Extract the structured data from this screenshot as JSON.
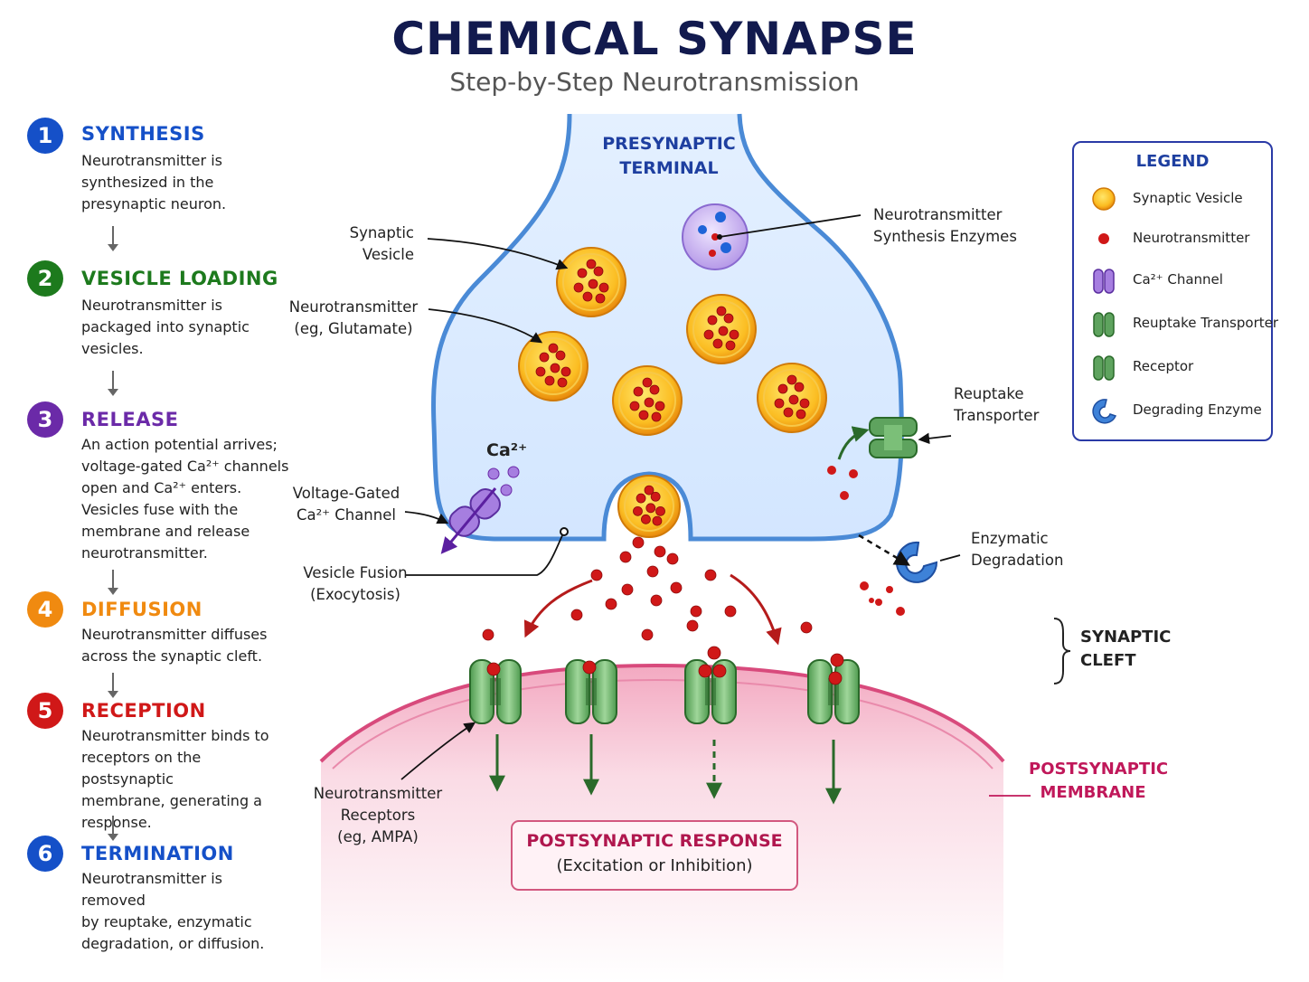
{
  "title": "CHEMICAL SYNAPSE",
  "subtitle": "Step-by-Step Neurotransmission",
  "colors": {
    "navy": "#121a4e",
    "blue": "#1550c8",
    "green": "#1d7a1d",
    "purple": "#6b2aa8",
    "orange": "#f08a10",
    "red": "#d01818",
    "magenta": "#c0185a",
    "presynaptic_fill": "#dcebff",
    "presynaptic_stroke": "#4a8ad6",
    "postsynaptic_fill": "#f7cfdc",
    "neurotransmitter": "#d01818"
  },
  "steps": [
    {
      "num": "1",
      "title": "SYNTHESIS",
      "desc": [
        "Neurotransmitter is",
        "synthesized in the",
        "presynaptic neuron."
      ]
    },
    {
      "num": "2",
      "title": "VESICLE LOADING",
      "desc": [
        "Neurotransmitter is",
        "packaged into synaptic",
        "vesicles."
      ]
    },
    {
      "num": "3",
      "title": "RELEASE",
      "desc": [
        "An action potential arrives;",
        "voltage-gated Ca²⁺ channels",
        "open and Ca²⁺ enters.",
        "Vesicles fuse with the",
        "membrane and release",
        "neurotransmitter."
      ]
    },
    {
      "num": "4",
      "title": "DIFFUSION",
      "desc": [
        "Neurotransmitter diffuses",
        "across the synaptic cleft."
      ]
    },
    {
      "num": "5",
      "title": "RECEPTION",
      "desc": [
        "Neurotransmitter binds to",
        "receptors on the postsynaptic",
        "membrane, generating a",
        "response."
      ]
    },
    {
      "num": "6",
      "title": "TERMINATION",
      "desc": [
        "Neurotransmitter is removed",
        "by reuptake, enzymatic",
        "degradation, or diffusion."
      ]
    }
  ],
  "labels": {
    "presynaptic_terminal": [
      "PRESYNAPTIC",
      "TERMINAL"
    ],
    "synaptic_vesicle": [
      "Synaptic",
      "Vesicle"
    ],
    "neurotransmitter": [
      "Neurotransmitter",
      "(eg, Glutamate)"
    ],
    "ca_ion": "Ca²⁺",
    "voltage_gated": [
      "Voltage-Gated",
      "Ca²⁺ Channel"
    ],
    "vesicle_fusion": [
      "Vesicle Fusion",
      "(Exocytosis)"
    ],
    "synthesis_enzymes": [
      "Neurotransmitter",
      "Synthesis Enzymes"
    ],
    "reuptake_transporter": [
      "Reuptake",
      "Transporter"
    ],
    "enzymatic_degradation": [
      "Enzymatic",
      "Degradation"
    ],
    "synaptic_cleft": [
      "SYNAPTIC",
      "CLEFT"
    ],
    "postsynaptic_membrane": [
      "POSTSYNAPTIC",
      "MEMBRANE"
    ],
    "receptors": [
      "Neurotransmitter",
      "Receptors",
      "(eg, AMPA)"
    ],
    "response_title": "POSTSYNAPTIC RESPONSE",
    "response_sub": "(Excitation or Inhibition)"
  },
  "legend": {
    "title": "LEGEND",
    "items": [
      {
        "icon": "vesicle-icon",
        "label": "Synaptic Vesicle"
      },
      {
        "icon": "neurotransmitter-icon",
        "label": "Neurotransmitter"
      },
      {
        "icon": "ca-channel-icon",
        "label": "Ca²⁺ Channel"
      },
      {
        "icon": "transporter-icon",
        "label": "Reuptake Transporter"
      },
      {
        "icon": "receptor-icon",
        "label": "Receptor"
      },
      {
        "icon": "enzyme-icon",
        "label": "Degrading Enzyme"
      }
    ]
  }
}
